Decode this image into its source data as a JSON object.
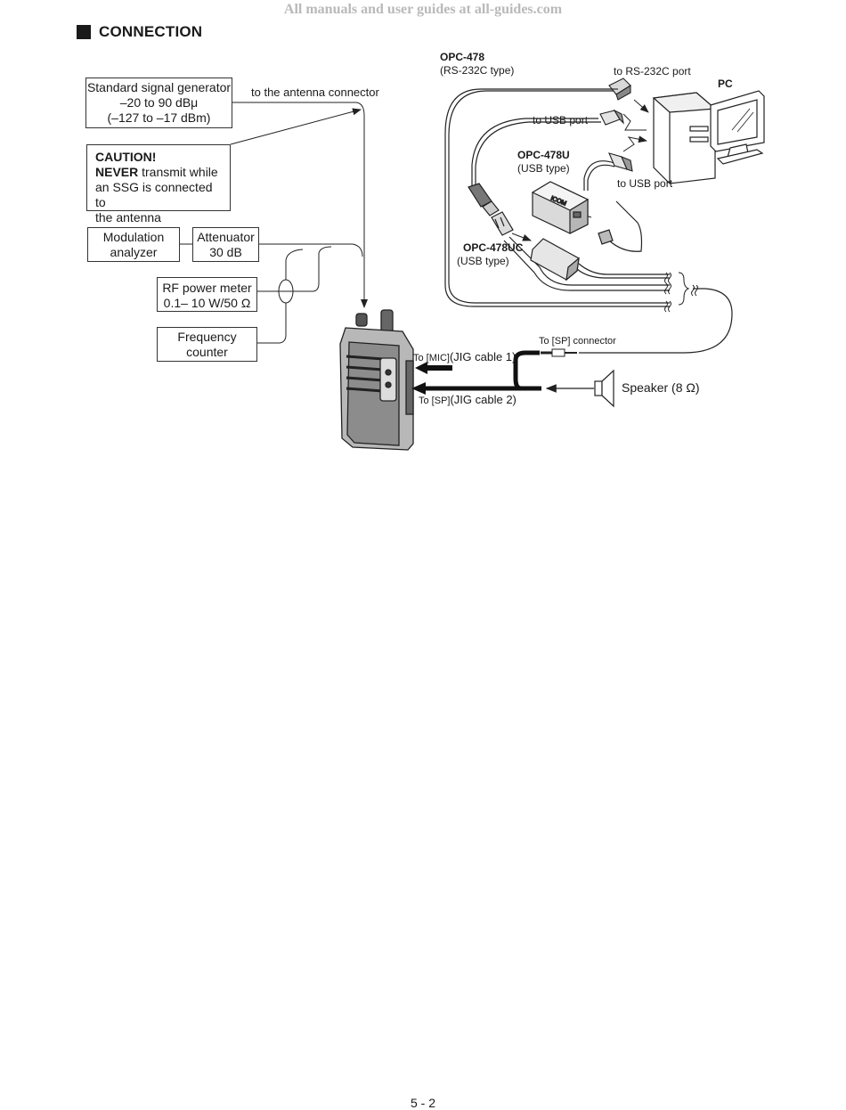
{
  "watermark": "All manuals and user guides at all-guides.com",
  "section_title": "CONNECTION",
  "ssg": {
    "line1": "Standard signal generator",
    "line2": "–20 to 90 dBμ",
    "line3": "(–127 to –17 dBm)"
  },
  "antenna_label": "to the antenna connector",
  "caution": {
    "title": "CAUTION!",
    "never": "NEVER",
    "rest1": " transmit while",
    "line2": "an SSG is connected to",
    "line3": "the antenna connector."
  },
  "mod_analyzer": {
    "line1": "Modulation",
    "line2": "analyzer"
  },
  "attenuator": {
    "line1": "Attenuator",
    "line2": "30 dB"
  },
  "rf_meter": {
    "line1": "RF power meter",
    "line2": "0.1– 10 W/50 Ω"
  },
  "freq_counter": {
    "line1": "Frequency",
    "line2": "counter"
  },
  "opc478": {
    "name": "OPC-478",
    "type": "(RS-232C type)"
  },
  "rs232_port": "to RS-232C port",
  "pc": "PC",
  "usb_port_1": "to USB port",
  "opc478u": {
    "name": "OPC-478U",
    "type": "(USB type)"
  },
  "usb_port_2": "to USB port",
  "opc478uc": {
    "name": "OPC-478UC",
    "type": "(USB type)"
  },
  "sp_connector": "To [SP] connector",
  "mic_prefix": "To [MIC]",
  "mic_cable": "(JIG cable 1)",
  "sp_prefix": "To [SP]",
  "sp_cable": "(JIG cable 2)",
  "speaker": "Speaker (8 Ω)",
  "page_number": "5 - 2"
}
